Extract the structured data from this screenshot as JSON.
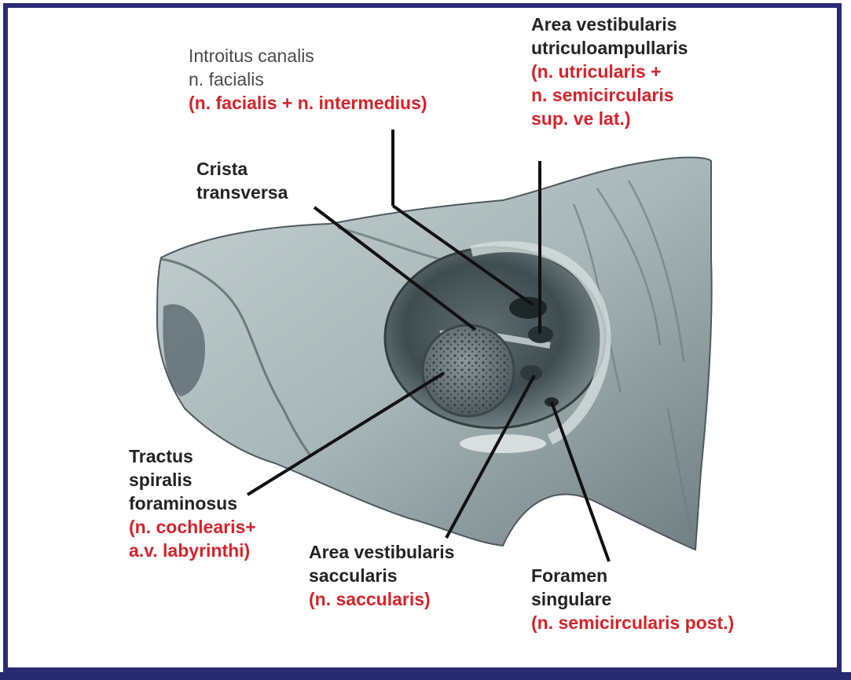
{
  "figure": {
    "colors": {
      "border": "#2a2a72",
      "label_text": "#232323",
      "nerve_text": "#d4232a",
      "bone": "#a9b8b9"
    },
    "labels": {
      "introitus": {
        "line1": "Introitus canalis",
        "line2": "n. facialis",
        "nerve": "(n. facialis + n. intermedius)"
      },
      "utriculoampullaris": {
        "line1": "Area vestibularis",
        "line2": "utriculoampullaris",
        "nerve1": "(n. utricularis +",
        "nerve2": "n. semicircularis",
        "nerve3": "sup. ve lat.)"
      },
      "crista": {
        "line1": "Crista",
        "line2": "transversa"
      },
      "tractus": {
        "line1": "Tractus",
        "line2": "spiralis",
        "line3": "foraminosus",
        "nerve1": "(n. cochlearis+",
        "nerve2": "a.v. labyrinthi)"
      },
      "saccularis": {
        "line1": "Area vestibularis",
        "line2": "saccularis",
        "nerve": "(n. saccularis)"
      },
      "foramen": {
        "line1": "Foramen",
        "line2": "singulare",
        "nerve": "(n. semicircularis post.)"
      }
    }
  }
}
